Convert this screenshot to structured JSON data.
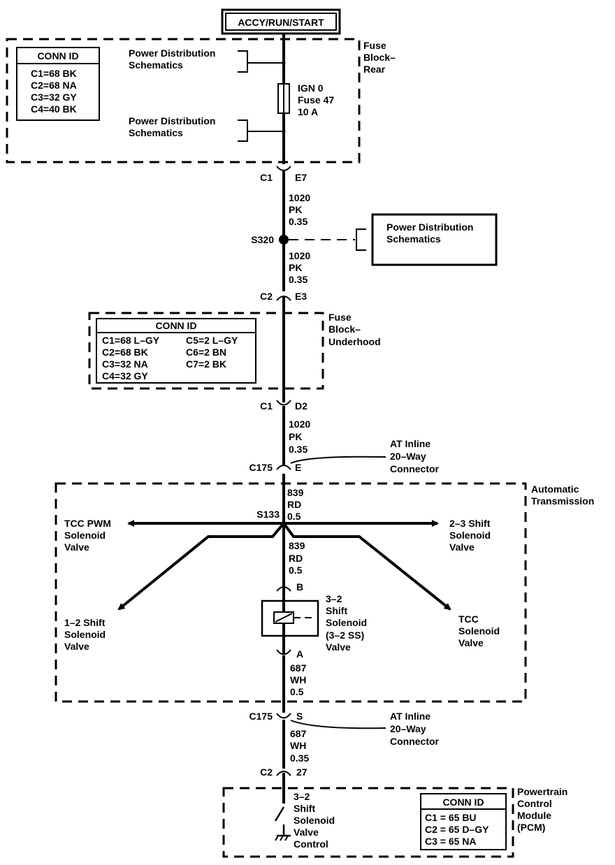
{
  "header": {
    "title": "ACCY/RUN/START"
  },
  "fuse_block_rear": {
    "label": [
      "Fuse",
      "Block–",
      "Rear"
    ],
    "conn_title": "CONN ID",
    "conn_rows": [
      "C1=68 BK",
      "C2=68 NA",
      "C3=32 GY",
      "C4=40 BK"
    ],
    "ref_top": [
      "Power Distribution",
      "Schematics"
    ],
    "ref_bottom": [
      "Power Distribution",
      "Schematics"
    ],
    "fuse": [
      "IGN 0",
      "Fuse 47",
      "10 A"
    ]
  },
  "conn_c1_e7": {
    "left": "C1",
    "right": "E7"
  },
  "wire_1020_a": [
    "1020",
    "PK",
    "0.35"
  ],
  "splice_s320": {
    "label": "S320",
    "ref": [
      "Power Distribution",
      "Schematics"
    ]
  },
  "wire_1020_b": [
    "1020",
    "PK",
    "0.35"
  ],
  "conn_c2_e3": {
    "left": "C2",
    "right": "E3"
  },
  "fuse_block_underhood": {
    "label": [
      "Fuse",
      "Block–",
      "Underhood"
    ],
    "conn_title": "CONN ID",
    "conn_left": [
      "C1=68 L–GY",
      "C2=68 BK",
      "C3=32 NA",
      "C4=32 GY"
    ],
    "conn_right": [
      "C5=2 L–GY",
      "C6=2 BN",
      "C7=2 BK"
    ]
  },
  "conn_c1_d2": {
    "left": "C1",
    "right": "D2"
  },
  "wire_1020_c": [
    "1020",
    "PK",
    "0.35"
  ],
  "conn_c175_e": {
    "left": "C175",
    "right": "E",
    "ref": [
      "AT Inline",
      "20–Way",
      "Connector"
    ]
  },
  "automatic_transmission": {
    "label": [
      "Automatic",
      "Transmission"
    ],
    "wire_839_a": [
      "839",
      "RD",
      "0.5"
    ],
    "splice": "S133",
    "tcc_pwm": [
      "TCC PWM",
      "Solenoid",
      "Valve"
    ],
    "shift_23": [
      "2–3 Shift",
      "Solenoid",
      "Valve"
    ],
    "wire_839_b": [
      "839",
      "RD",
      "0.5"
    ],
    "shift_12": [
      "1–2 Shift",
      "Solenoid",
      "Valve"
    ],
    "tcc": [
      "TCC",
      "Solenoid",
      "Valve"
    ],
    "pin_b": "B",
    "pin_a": "A",
    "shift_32": [
      "3–2",
      "Shift",
      "Solenoid",
      "(3–2 SS)",
      "Valve"
    ],
    "wire_687_a": [
      "687",
      "WH",
      "0.5"
    ]
  },
  "conn_c175_s": {
    "left": "C175",
    "right": "S",
    "ref": [
      "AT Inline",
      "20–Way",
      "Connector"
    ]
  },
  "wire_687_b": [
    "687",
    "WH",
    "0.35"
  ],
  "conn_c2_27": {
    "left": "C2",
    "right": "27"
  },
  "pcm": {
    "label": [
      "Powertrain",
      "Control",
      "Module",
      "(PCM)"
    ],
    "control": [
      "3–2",
      "Shift",
      "Solenoid",
      "Valve",
      "Control"
    ],
    "conn_title": "CONN ID",
    "conn_rows": [
      "C1 = 65 BU",
      "C2 = 65 D–GY",
      "C3 = 65 NA"
    ]
  }
}
